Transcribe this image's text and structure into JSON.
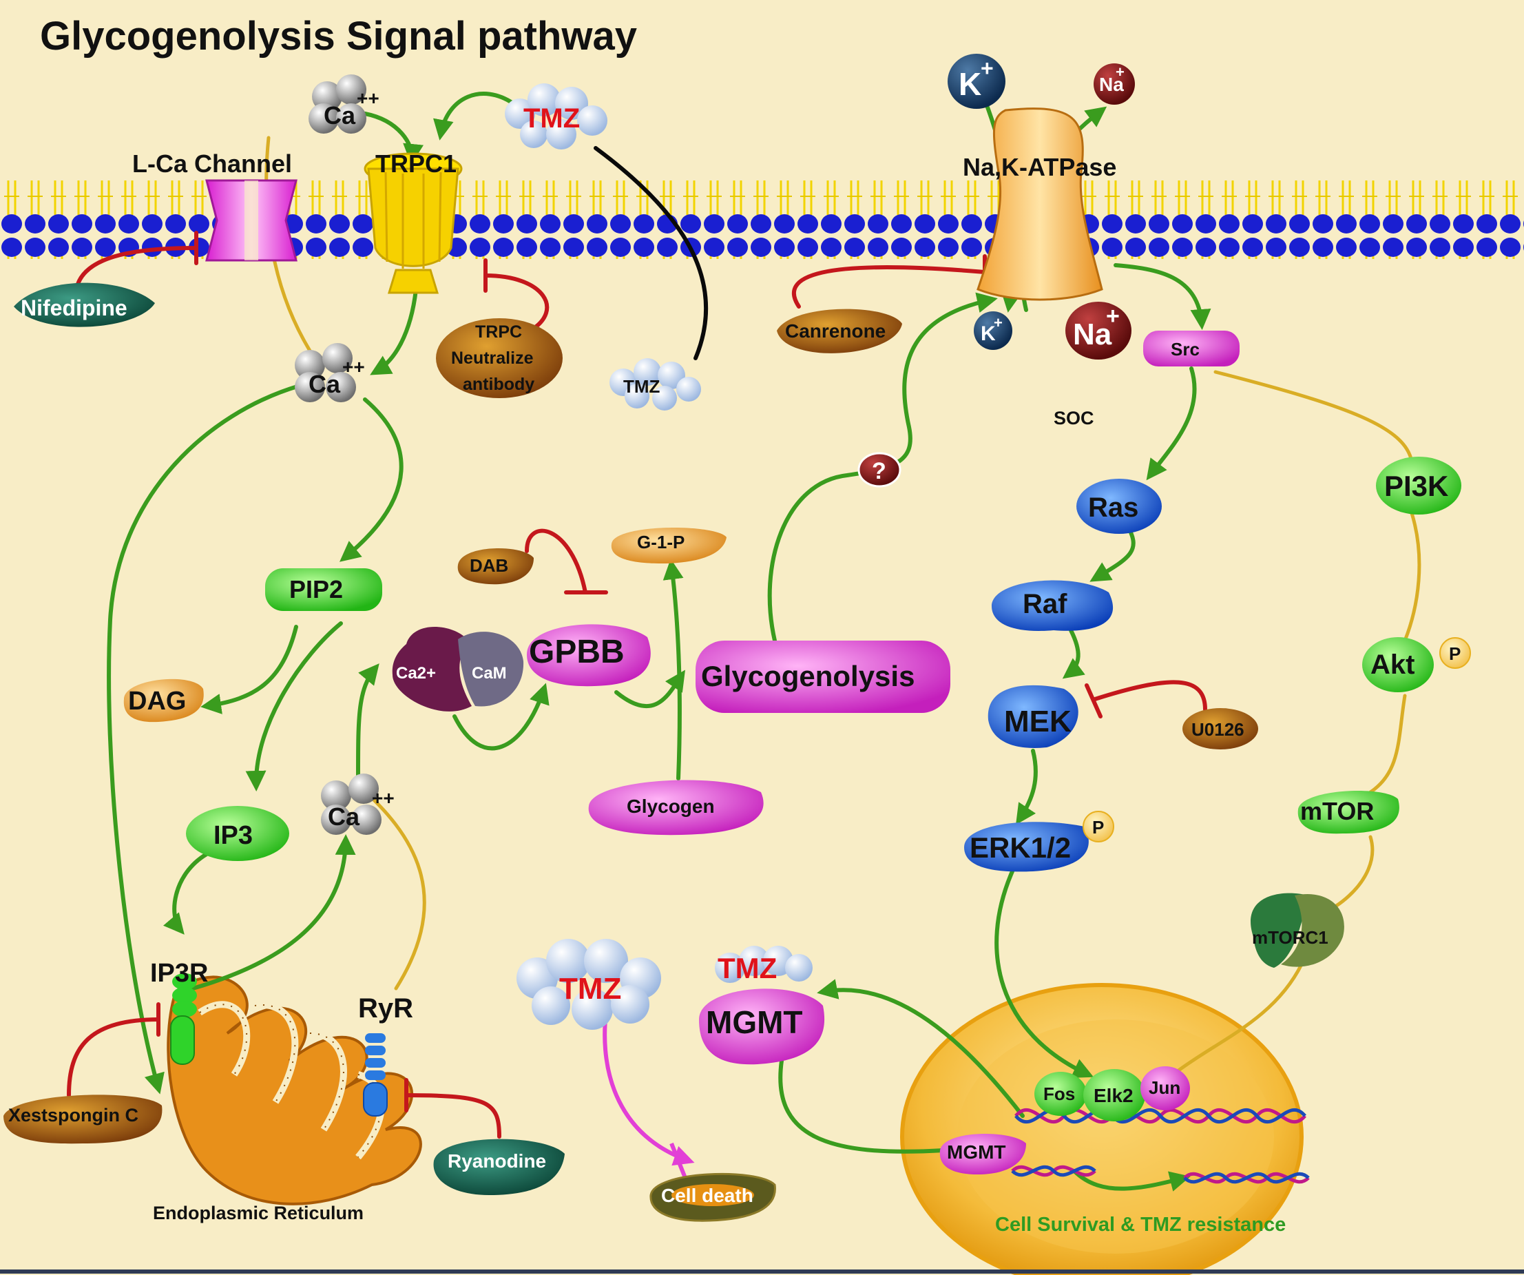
{
  "title": "Glycogenolysis Signal pathway",
  "colors": {
    "background": "#f8edc6",
    "activation_arrow": "#3a9c1e",
    "inhibition": "#c4171c",
    "association": "#d9ad25",
    "membrane_head": "#1a1fd1",
    "membrane_tail": "#f2d400",
    "green_node": "#3fdc2c",
    "blue_node": "#1f5fe0",
    "magenta_node": "#e040d8",
    "orange_node": "#e8a43a",
    "dark_teal_node": "#0f5a4a",
    "nucleus": "#f0b020",
    "er": "#e8901a"
  },
  "channels": {
    "l_ca": "L-Ca Channel",
    "trpc1": "TRPC1",
    "na_k_atpase": "Na,K-ATPase"
  },
  "ions": {
    "ca": "Ca",
    "ca_charge": "++",
    "k": "K",
    "na": "Na",
    "plus": "+"
  },
  "labels": {
    "tmz": "TMZ",
    "nifedipine": "Nifedipine",
    "trpc_antibody": [
      "TRPC",
      "Neutralize",
      "antibody"
    ],
    "canrenone": "Canrenone",
    "src": "Src",
    "soc": "SOC",
    "question": "?",
    "ras": "Ras",
    "raf": "Raf",
    "mek": "MEK",
    "u0126": "U0126",
    "erk": "ERK1/2",
    "p": "P",
    "pi3k": "PI3K",
    "akt": "Akt",
    "mtor": "mTOR",
    "mtorc1": "mTORC1",
    "pip2": "PIP2",
    "dag": "DAG",
    "ip3": "IP3",
    "ip3r": "IP3R",
    "ryr": "RyR",
    "xestspongin": "Xestspongin C",
    "ryanodine": "Ryanodine",
    "er": "Endoplasmic Reticulum",
    "dab": "DAB",
    "g1p": "G-1-P",
    "ca2plus": "Ca2+",
    "cam": "CaM",
    "gpbb": "GPBB",
    "glycogenolysis": "Glycogenolysis",
    "glycogen": "Glycogen",
    "mgmt": "MGMT",
    "cell_death": "Cell death",
    "fos": "Fos",
    "elk2": "Elk2",
    "jun": "Jun",
    "cell_survival": "Cell Survival & TMZ resistance"
  }
}
